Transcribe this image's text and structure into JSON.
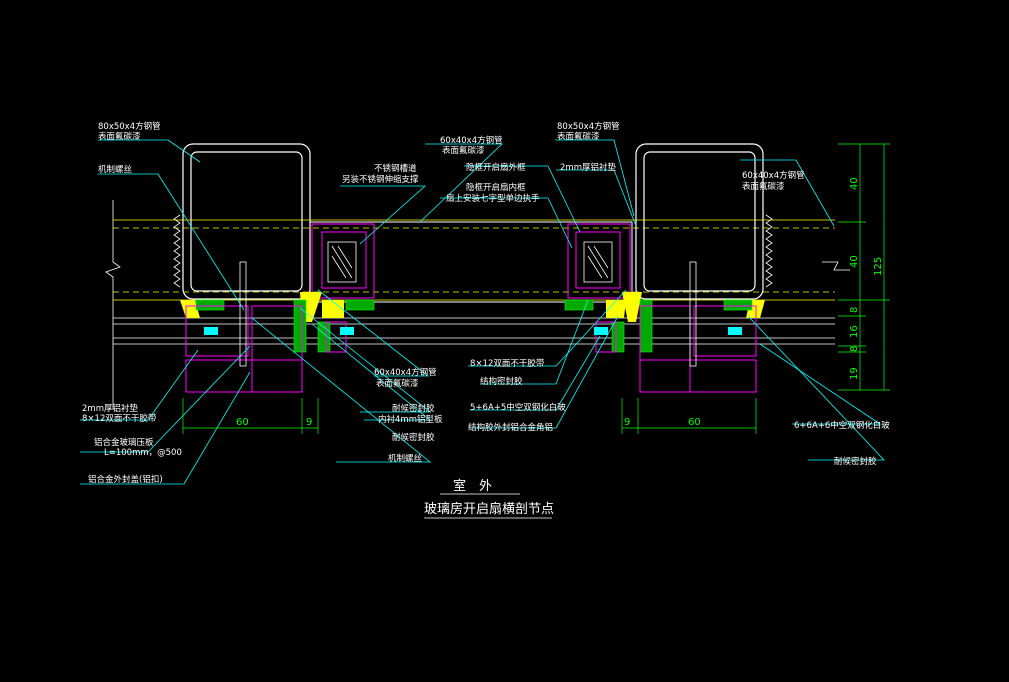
{
  "colors": {
    "background": "#000000",
    "frame": "#ffffff",
    "leader": "#00ffff",
    "dimension": "#00ff00",
    "sealant": "#ffff00",
    "profile": "#ff00ff",
    "glass": "#ffffff"
  },
  "labels_left": {
    "steel_tube_80x50": "80x50x4方钢管",
    "steel_tube_80x50_finish": "表面氟碳漆",
    "self_tapping_screw": "机制螺丝",
    "aluminum_pad": "2mm厚铝衬垫",
    "stainless_bolt": "8×12双面不干胶带",
    "pressure_plate": "铝合金玻璃压板",
    "pressure_plate_spec": "L=100mm，@500",
    "cover_cap": "铝合金外封盖(铝扣)"
  },
  "labels_center": {
    "steel_tube_60x40": "60x40x4方钢管",
    "steel_tube_60x40_finish": "表面氟碳漆",
    "stainless_channel": "不锈钢槽道",
    "stainless_channel_note": "另装不锈钢伸缩支撑",
    "hidden_frame_outer": "隐框开启扇外框",
    "hidden_frame_inner": "隐框开启扇内框",
    "hidden_frame_note": "扇上安装七字型单边执手",
    "steel_60x40_bottom": "60x40x4方钢管",
    "steel_60x40_bottom_finish": "表面氟碳漆",
    "weather_seal": "耐候密封胶",
    "inner_lining": "内衬4mm铝型板",
    "weather_seal_2": "耐候密封胶",
    "self_tapping_screw_2": "机制螺丝",
    "double_tape": "8×12双面不干胶带",
    "structural_sealant": "结构密封胶",
    "glass_spec": "5+6A+5中空双钢化白玻",
    "structural_frame": "结构胶外封铝合金角铝"
  },
  "labels_right": {
    "steel_tube_80x50": "80x50x4方钢管",
    "steel_tube_80x50_finish": "表面氟碳漆",
    "aluminum_pad": "2mm厚铝衬垫",
    "steel_tube_60x40": "60x40x4方钢管",
    "steel_tube_60x40_finish": "表面氟碳漆",
    "glass_spec": "6+6A+6中空双钢化白玻",
    "weather_seal": "耐候密封胶"
  },
  "dimensions": {
    "left_width": "60",
    "left_gap": "9",
    "right_width": "60",
    "right_gap": "9",
    "v1": "40",
    "v2": "40",
    "v3": "8",
    "v4": "16",
    "v5": "19",
    "v6": "8",
    "total": "125"
  },
  "caption": {
    "side": "室　外",
    "title": "玻璃房开启扇横剖节点"
  }
}
